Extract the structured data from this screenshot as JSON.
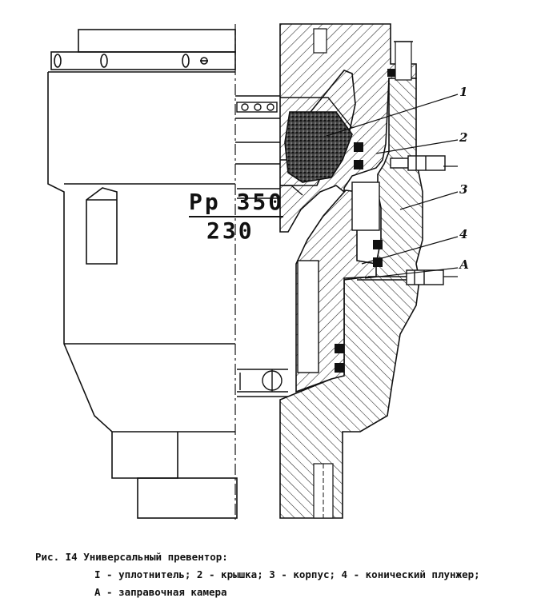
{
  "figure": {
    "marking_top": "Рр 350",
    "marking_bottom": "230",
    "callouts": [
      "1",
      "2",
      "3",
      "4",
      "А"
    ]
  },
  "caption": {
    "title": "Рис. I4  Универсальный превентор:",
    "line1": "I - уплотнитель; 2 - крышка; 3 - корпус; 4 - конический плунжер;",
    "line2": "А - заправочная камера"
  }
}
